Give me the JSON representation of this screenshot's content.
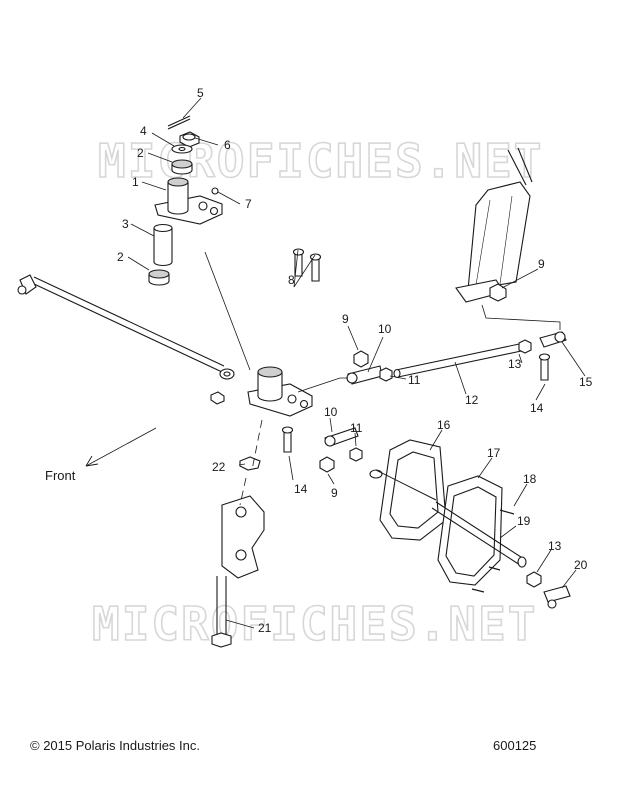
{
  "watermark": "MICROFICHES.NET",
  "front_label": "Front",
  "footer": {
    "copyright": "© 2015 Polaris Industries Inc.",
    "diagram_number": "600125"
  },
  "callouts": [
    {
      "id": "c1",
      "label": "1"
    },
    {
      "id": "c2a",
      "label": "2"
    },
    {
      "id": "c2b",
      "label": "2"
    },
    {
      "id": "c3",
      "label": "3"
    },
    {
      "id": "c4",
      "label": "4"
    },
    {
      "id": "c5",
      "label": "5"
    },
    {
      "id": "c6",
      "label": "6"
    },
    {
      "id": "c7",
      "label": "7"
    },
    {
      "id": "c8",
      "label": "8"
    },
    {
      "id": "c9a",
      "label": "9"
    },
    {
      "id": "c9b",
      "label": "9"
    },
    {
      "id": "c9c",
      "label": "9"
    },
    {
      "id": "c10a",
      "label": "10"
    },
    {
      "id": "c10b",
      "label": "10"
    },
    {
      "id": "c11a",
      "label": "11"
    },
    {
      "id": "c11b",
      "label": "11"
    },
    {
      "id": "c12",
      "label": "12"
    },
    {
      "id": "c13a",
      "label": "13"
    },
    {
      "id": "c13b",
      "label": "13"
    },
    {
      "id": "c14a",
      "label": "14"
    },
    {
      "id": "c14b",
      "label": "14"
    },
    {
      "id": "c15",
      "label": "15"
    },
    {
      "id": "c16",
      "label": "16"
    },
    {
      "id": "c17",
      "label": "17"
    },
    {
      "id": "c18",
      "label": "18"
    },
    {
      "id": "c19",
      "label": "19"
    },
    {
      "id": "c20",
      "label": "20"
    },
    {
      "id": "c21",
      "label": "21"
    },
    {
      "id": "c22",
      "label": "22"
    }
  ]
}
